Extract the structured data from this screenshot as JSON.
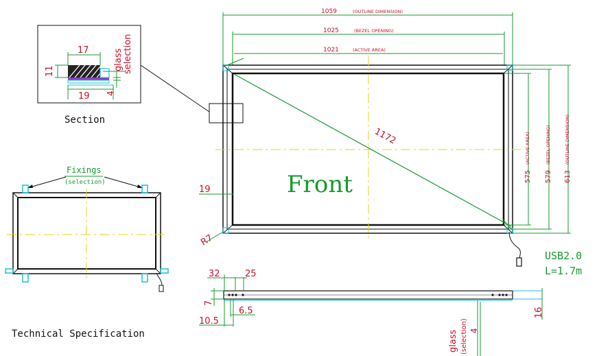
{
  "section": {
    "title": "Section",
    "dim_17": "17",
    "dim_11": "11",
    "dim_19": "19",
    "dim_4": "4",
    "glass_word": "glass",
    "selection_word": "selection"
  },
  "front": {
    "title": "Front",
    "outline_dim": "1059",
    "outline_label": "(OUTLINE DIMENSION)",
    "bezel_dim": "1025",
    "bezel_label": "(BEZEL OPENING)",
    "active_dim": "1021",
    "active_label": "(ACTIVE AREA)",
    "diagonal": "1172",
    "border_dim": "19",
    "radius": "R7",
    "v_active": "575",
    "v_active_label": "(ACTIVE AREA)",
    "v_bezel": "579",
    "v_bezel_label": "(BEZEL OPENING)",
    "v_outline": "613",
    "v_outline_label": "(OUTLINE DIMENSION)"
  },
  "usb": {
    "line1": "USB2.0",
    "line2": "L=1.7m"
  },
  "fixings": {
    "label": "Fixings",
    "sub": "(selection)"
  },
  "side": {
    "d32": "32",
    "d25": "25",
    "d7": "7",
    "d6_5": "6.5",
    "d10_5": "10.5",
    "d16": "16",
    "glass_word": "glass",
    "selection_word": "(selection)",
    "d4": "4"
  },
  "spec": {
    "title": "Technical Specification"
  },
  "colors": {
    "red": "#c8102e",
    "green": "#159a2c",
    "cyan": "#19c0d8",
    "yellow": "#e6d21a",
    "black": "#111111"
  }
}
